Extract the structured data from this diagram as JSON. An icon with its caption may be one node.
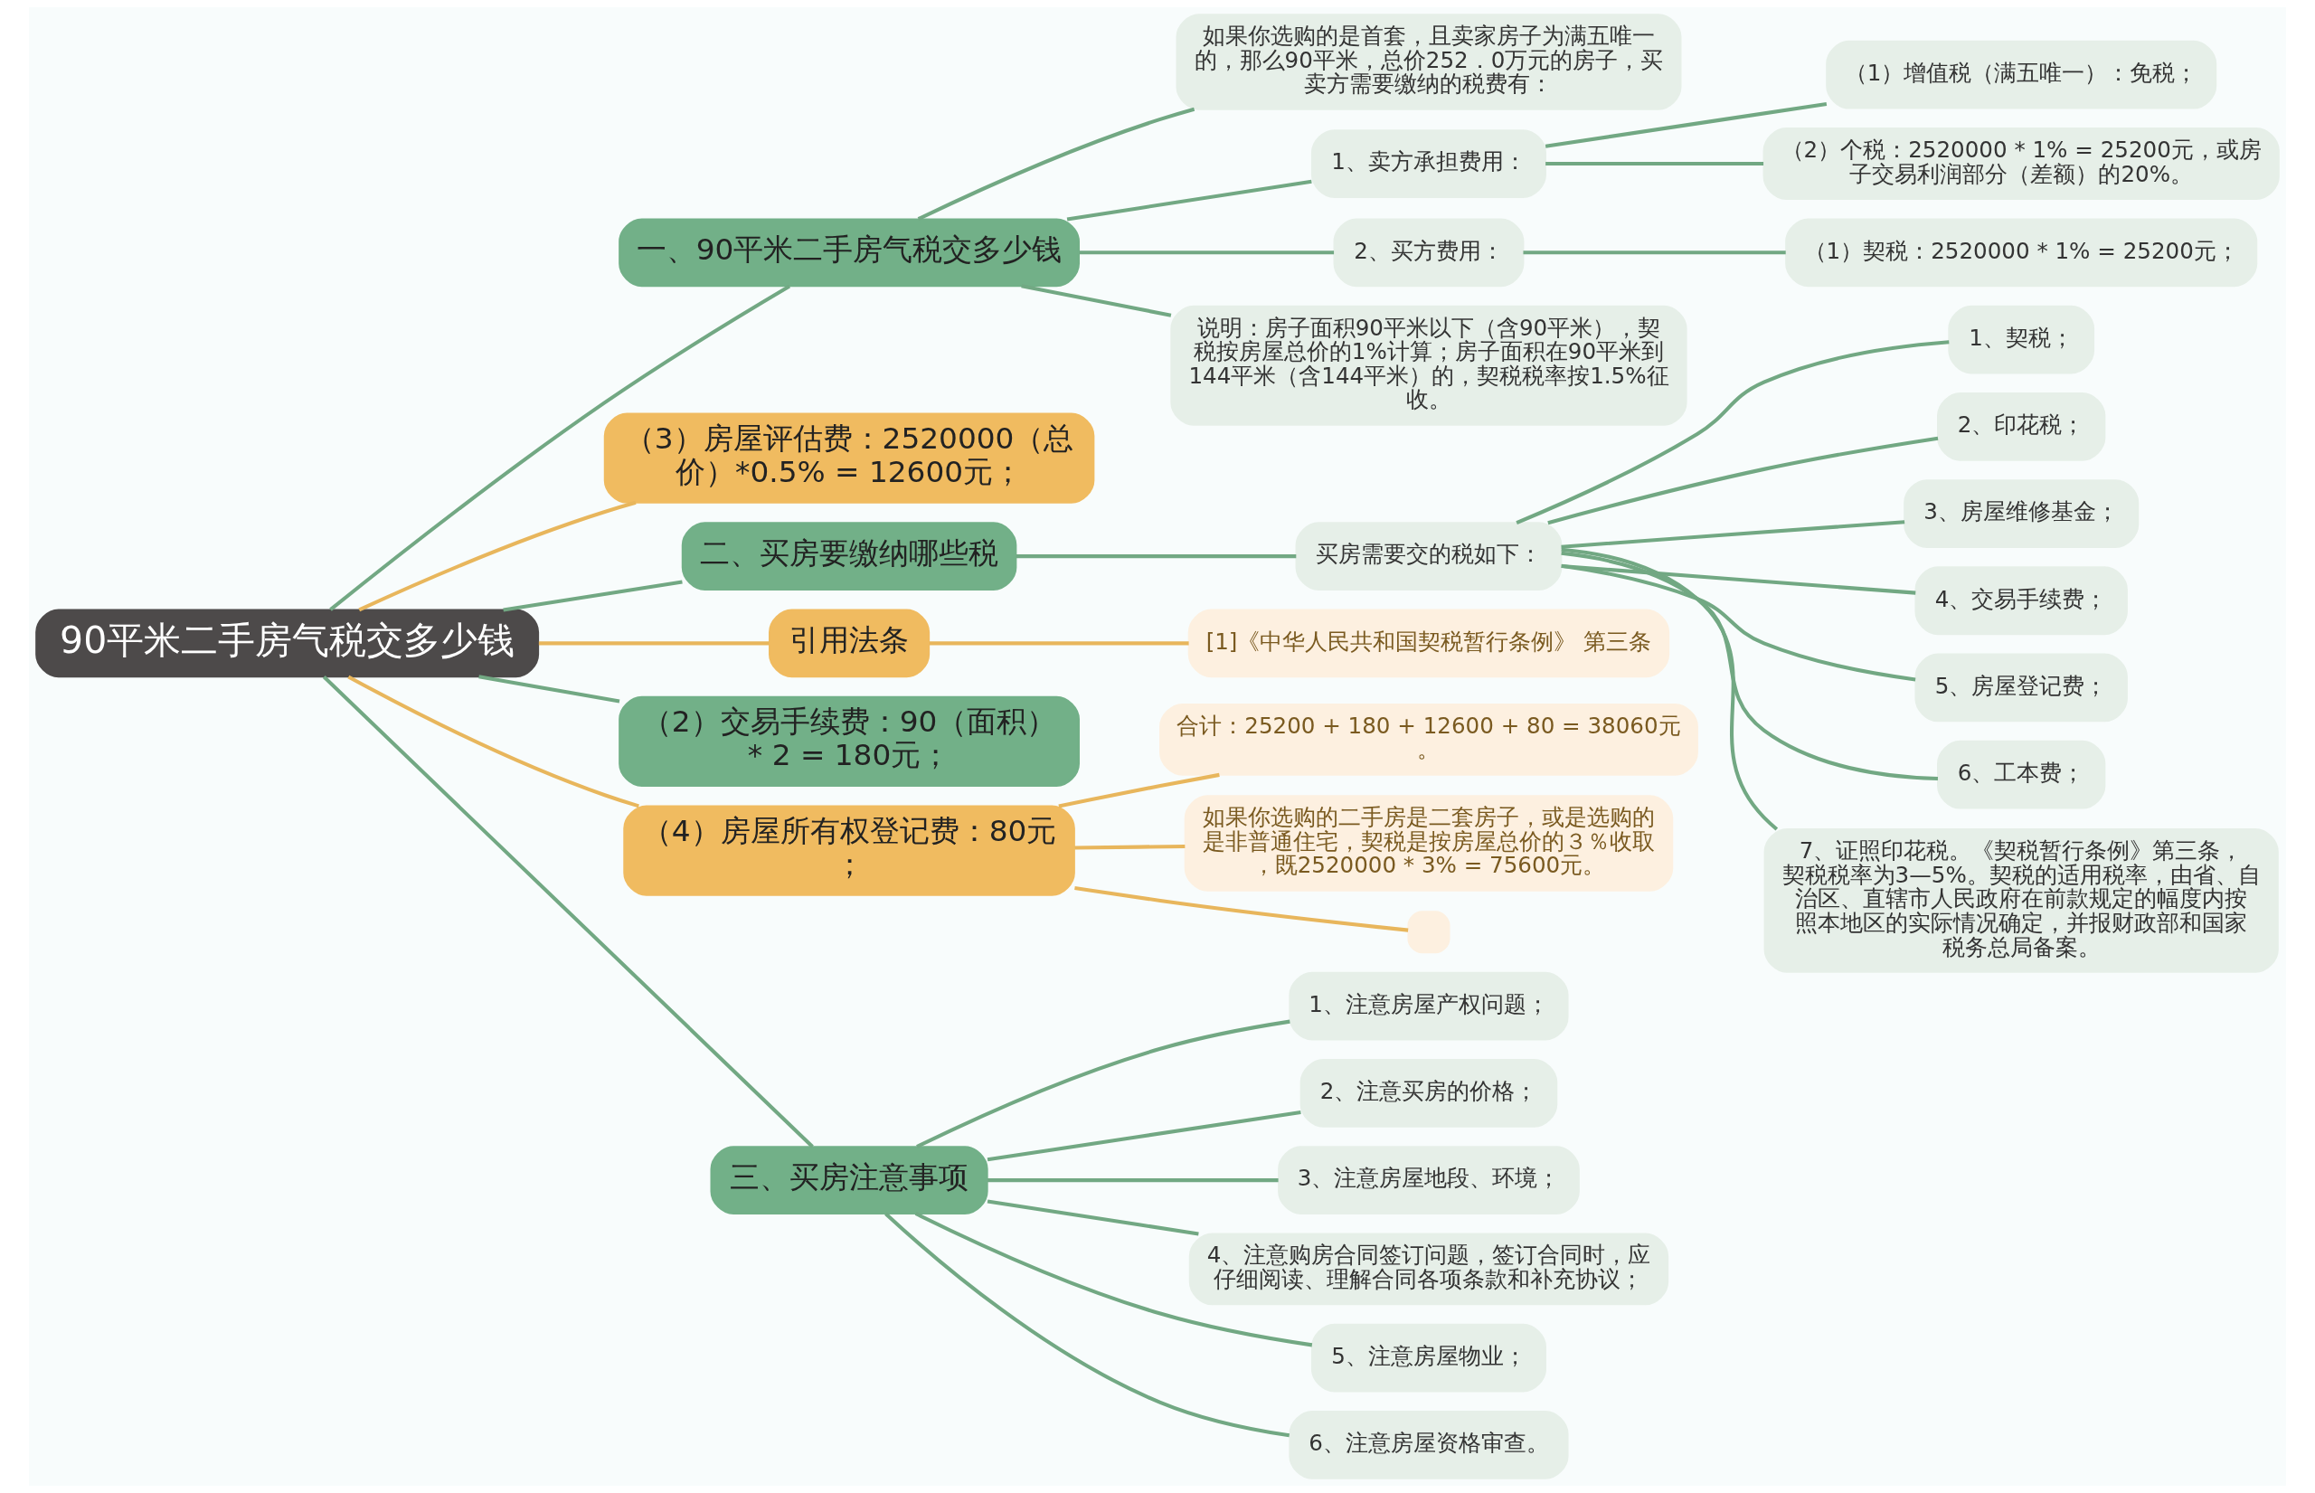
{
  "diagram": {
    "nodes": [
      {
        "text": [
          "90平米二手房气税交多少钱"
        ]
      },
      {
        "text": [
          "一、90平米二手房气税交多少钱"
        ]
      },
      {
        "text": [
          "如果你选购的是首套，且卖家房子为满五唯一的，那么90平米，总价252．0万元的房子，买卖方需要缴纳的税费有："
        ]
      },
      {
        "text": [
          "1、卖方承担费用："
        ]
      },
      {
        "text": [
          "（1）增值税（满五唯一）：免税；"
        ]
      },
      {
        "text": [
          "（2）个税：2520000 * 1% = 25200元，或房子交易利润部分（差额）的20%。"
        ]
      },
      {
        "text": [
          "2、买方费用："
        ]
      },
      {
        "text": [
          "（1）契税：2520000 * 1% = 25200元；"
        ]
      },
      {
        "text": [
          "说明：房子面积90平米以下（含90平米），契税按房屋总价的1%计算；房子面积在90平米到144平米（含144平米）的，契税税率按1.5%征收。"
        ]
      },
      {
        "text": [
          "（3）房屋评估费：2520000（总价）*0.5% = 12600元；"
        ]
      },
      {
        "text": [
          "二、买房要缴纳哪些税"
        ]
      },
      {
        "text": [
          "买房需要交的税如下："
        ]
      },
      {
        "text": [
          "1、契税；"
        ]
      },
      {
        "text": [
          "2、印花税；"
        ]
      },
      {
        "text": [
          "3、房屋维修基金；"
        ]
      },
      {
        "text": [
          "4、交易手续费；"
        ]
      },
      {
        "text": [
          "5、房屋登记费；"
        ]
      },
      {
        "text": [
          "6、工本费；"
        ]
      },
      {
        "text": [
          "7、证照印花税。《契税暂行条例》第三条，契税税率为3—5%。契税的适用税率，由省、自治区、直辖市人民政府在前款规定的幅度内按照本地区的实际情况确定，并报财政部和国家税务总局备案。"
        ]
      },
      {
        "text": [
          "引用法条"
        ]
      },
      {
        "text": [
          "[1]《中华人民共和国契税暂行条例》 第三条"
        ]
      },
      {
        "text": [
          "（2）交易手续费：90（面积） * 2 = 180元；"
        ]
      },
      {
        "text": [
          "（4）房屋所有权登记费：80元；"
        ]
      },
      {
        "text": [
          "合计：25200 + 180 + 12600 + 80 = 38060元。"
        ]
      },
      {
        "text": [
          "如果你选购的二手房是二套房子，或是选购的是非普通住宅，契税是按房屋总价的３％收取，既2520000 * 3% = 75600元。"
        ]
      },
      {
        "text": [],
        "shape": "box"
      },
      {
        "text": [
          "三、买房注意事项"
        ]
      },
      {
        "text": [
          "1、注意房屋产权问题；"
        ]
      },
      {
        "text": [
          "2、注意买房的价格；"
        ]
      },
      {
        "text": [
          "3、注意房屋地段、环境；"
        ]
      },
      {
        "text": [
          "4、注意购房合同签订问题，签订合同时，应仔细阅读、理解合同各项条款和补充协议；"
        ]
      },
      {
        "text": [
          "5、注意房屋物业；"
        ]
      },
      {
        "text": [
          "6、注意房屋资格审查。"
        ]
      }
    ],
    "edges": [
      {
        "from": 0,
        "to": 1,
        "arrow": "none"
      },
      {
        "from": 1,
        "to": 2,
        "arrow": "none"
      },
      {
        "from": 1,
        "to": 3,
        "arrow": "none"
      },
      {
        "from": 3,
        "to": 4,
        "arrow": "none"
      },
      {
        "from": 3,
        "to": 5,
        "arrow": "none"
      },
      {
        "from": 1,
        "to": 6,
        "arrow": "none"
      },
      {
        "from": 6,
        "to": 7,
        "arrow": "none"
      },
      {
        "from": 1,
        "to": 8,
        "arrow": "none"
      },
      {
        "from": 0,
        "to": 9,
        "arrow": "none",
        "color": "#e8b65c"
      },
      {
        "from": 0,
        "to": 10,
        "arrow": "none"
      },
      {
        "from": 10,
        "to": 11,
        "arrow": "none"
      },
      {
        "from": 11,
        "to": 12,
        "arrow": "none"
      },
      {
        "from": 11,
        "to": 13,
        "arrow": "none"
      },
      {
        "from": 11,
        "to": 14,
        "arrow": "none"
      },
      {
        "from": 11,
        "to": 15,
        "arrow": "none"
      },
      {
        "from": 11,
        "to": 16,
        "arrow": "none"
      },
      {
        "from": 11,
        "to": 17,
        "arrow": "none"
      },
      {
        "from": 11,
        "to": 18,
        "arrow": "none"
      },
      {
        "from": 0,
        "to": 19,
        "arrow": "none",
        "color": "#e8b65c"
      },
      {
        "from": 19,
        "to": 20,
        "arrow": "none",
        "color": "#e8b65c"
      },
      {
        "from": 0,
        "to": 21,
        "arrow": "none"
      },
      {
        "from": 0,
        "to": 22,
        "arrow": "none",
        "color": "#e8b65c"
      },
      {
        "from": 22,
        "to": 23,
        "arrow": "none",
        "color": "#e8b65c"
      },
      {
        "from": 22,
        "to": 24,
        "arrow": "none",
        "color": "#e8b65c"
      },
      {
        "from": 22,
        "to": 25,
        "arrow": "none",
        "color": "#e8b65c"
      },
      {
        "from": 0,
        "to": 26,
        "arrow": "none"
      },
      {
        "from": 26,
        "to": 27,
        "arrow": "none"
      },
      {
        "from": 26,
        "to": 28,
        "arrow": "none"
      },
      {
        "from": 26,
        "to": 29,
        "arrow": "none"
      },
      {
        "from": 26,
        "to": 30,
        "arrow": "none"
      },
      {
        "from": 26,
        "to": 31,
        "arrow": "none"
      },
      {
        "from": 26,
        "to": 32,
        "arrow": "none"
      }
    ]
  }
}
